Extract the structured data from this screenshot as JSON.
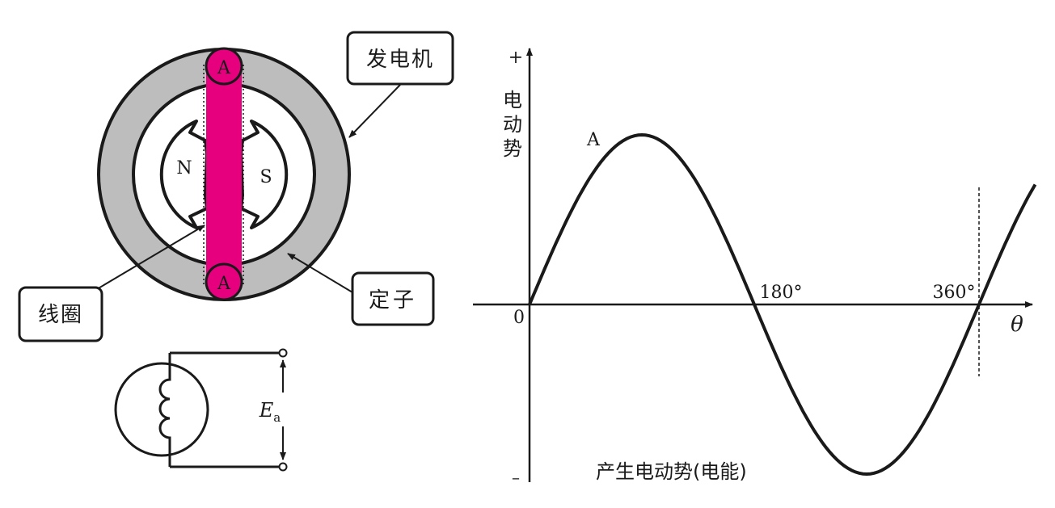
{
  "colors": {
    "stroke": "#1a1a1a",
    "stator_fill": "#bdbdbd",
    "coil_fill": "#e6007e",
    "background": "#ffffff"
  },
  "generator": {
    "callout_generator": "发电机",
    "callout_coil": "线圈",
    "callout_stator": "定子",
    "pole_north": "N",
    "pole_south": "S",
    "coil_end_top": "A",
    "coil_end_bottom": "A"
  },
  "circuit": {
    "emf_symbol": "E",
    "emf_subscript": "a"
  },
  "graph": {
    "y_plus": "+",
    "y_minus": "–",
    "y_label_chars": [
      "电",
      "动",
      "势"
    ],
    "x_label": "θ",
    "origin": "0",
    "tick_180": "180°",
    "tick_360": "360°",
    "peak_label": "A",
    "caption": "产生电动势(电能)",
    "wave": {
      "amplitude": 1,
      "start_deg": 0,
      "end_deg": 405
    }
  }
}
